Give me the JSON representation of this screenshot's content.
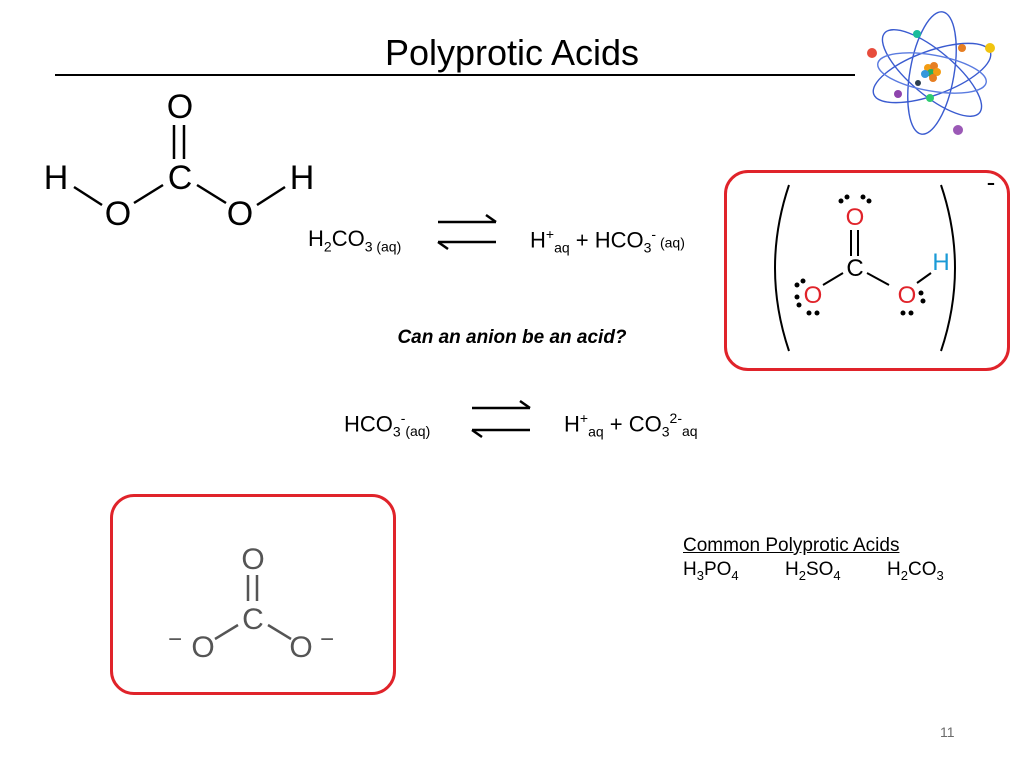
{
  "slide": {
    "title": "Polyprotic Acids",
    "question": "Can an anion be an acid?",
    "page_number": "11"
  },
  "structure_main": {
    "atoms": {
      "o_top": "O",
      "c": "C",
      "h_left": "H",
      "o_left": "O",
      "o_right": "O",
      "h_right": "H"
    }
  },
  "equation1": {
    "left": {
      "base": "H",
      "sub1": "2",
      "mid": "CO",
      "sub2": "3 (aq)"
    },
    "right": {
      "h": "H",
      "h_sup": "+",
      "h_sub": "aq",
      "plus": " + HCO",
      "sub": "3",
      "sup": "-",
      "phase": " (aq)"
    }
  },
  "equation2": {
    "left": {
      "base": "HCO",
      "sub": "3",
      "sup": "-",
      "phase": "(aq)"
    },
    "right": {
      "h": "H",
      "h_sup": "+",
      "h_sub": "aq",
      "plus": " + CO",
      "sub": "3",
      "sup": "2-",
      "phase": "aq"
    }
  },
  "lewis_box": {
    "atoms": {
      "o_top": "O",
      "c": "C",
      "h": "H",
      "o_left": "O",
      "o_right": "O"
    },
    "charge": "-"
  },
  "carbonate_box": {
    "atoms": {
      "o_top": "O",
      "c": "C",
      "o_left": "O",
      "o_right": "O",
      "minus_left": "−",
      "minus_right": "−"
    }
  },
  "common_acids": {
    "header": "Common Polyprotic Acids",
    "acids": [
      {
        "a": "H",
        "s1": "3",
        "b": "PO",
        "s2": "4"
      },
      {
        "a": "H",
        "s1": "2",
        "b": "SO",
        "s2": "4"
      },
      {
        "a": "H",
        "s1": "2",
        "b": "CO",
        "s2": "3"
      }
    ]
  },
  "colors": {
    "box_border": "#e0232a",
    "oxygen_red": "#e0232a",
    "hydrogen_blue": "#1a9ad6"
  },
  "icons": [
    "atom-icon",
    "equilibrium-arrows-icon"
  ]
}
